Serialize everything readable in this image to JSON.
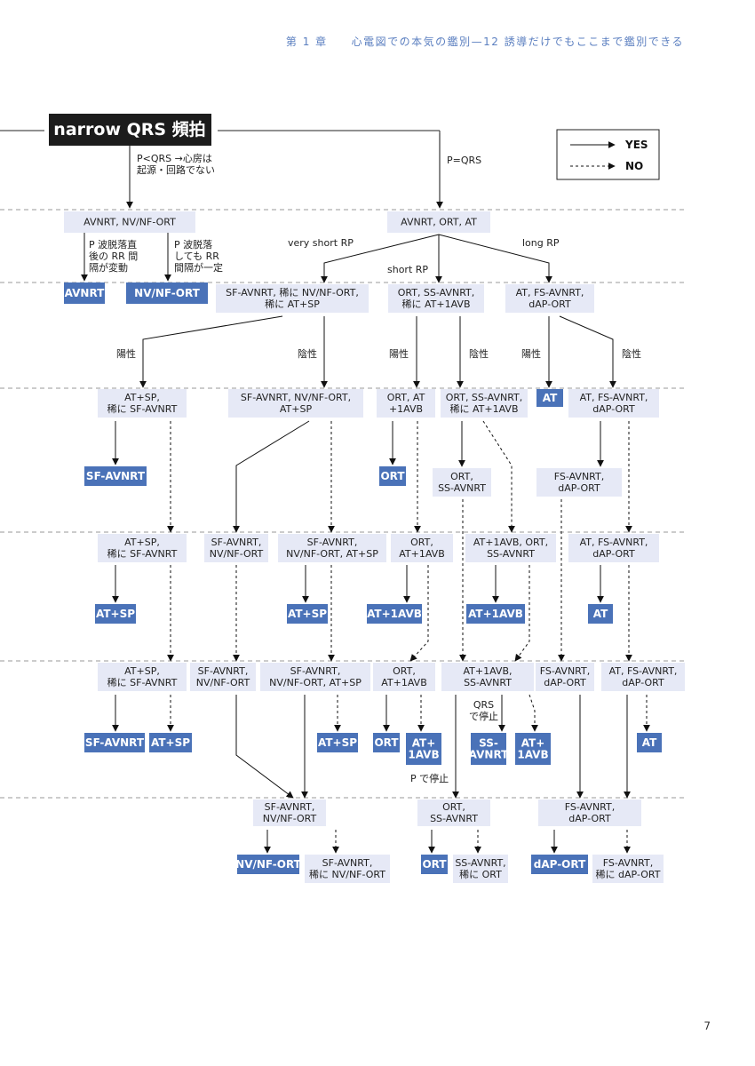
{
  "header": "第 1 章　　心電図での本気の鑑別—12 誘導だけでもここまで鑑別できる",
  "page_number": "7",
  "title": "narrow QRS 頻拍",
  "legend": {
    "yes": "YES",
    "no": "NO"
  },
  "colors": {
    "accent": "#4a72b8",
    "light_box": "#e6e9f6",
    "title_bg": "#1c1c1c",
    "dash_line": "#9a9a9a",
    "header": "#5b7fc0"
  },
  "labels": {
    "p_lt_qrs": [
      "P<QRS →心房は",
      "起源・回路でない"
    ],
    "p_eq_qrs": "P=QRS",
    "very_short_rp": "very short RP",
    "short_rp": "short RP",
    "long_rp": "long RP",
    "p_drop_rr_change": [
      "P 波脱落直",
      "後の RR 間",
      "隔が変動"
    ],
    "p_drop_rr_const": [
      "P 波脱落",
      "しても RR",
      "間隔が一定"
    ],
    "positive": "陽性",
    "negative": "陰性",
    "qrs_stop": [
      "QRS",
      "で停止"
    ],
    "p_stop": "P で停止"
  },
  "nodes": {
    "n1": [
      "AVNRT, NV/NF-ORT"
    ],
    "n2": [
      "AVNRT, ORT, AT"
    ],
    "avnrt": [
      "AVNRT"
    ],
    "nvnf": [
      "NV/NF-ORT"
    ],
    "sf1": [
      "SF-AVNRT, 稀に NV/NF-ORT,",
      "稀に AT+SP"
    ],
    "ort1": [
      "ORT, SS-AVNRT,",
      "稀に AT+1AVB"
    ],
    "at1": [
      "AT, FS-AVNRT,",
      "dAP-ORT"
    ],
    "r4a": [
      "AT+SP,",
      "稀に SF-AVNRT"
    ],
    "r4b": [
      "SF-AVNRT, NV/NF-ORT,",
      "AT+SP"
    ],
    "r4c": [
      "ORT, AT",
      "+1AVB"
    ],
    "r4d": [
      "ORT, SS-AVNRT,",
      "稀に AT+1AVB"
    ],
    "r4e": [
      "AT"
    ],
    "r4f": [
      "AT, FS-AVNRT,",
      "dAP-ORT"
    ],
    "r5a": [
      "SF-AVNRT"
    ],
    "r5b": [
      "ORT"
    ],
    "r5c": [
      "ORT,",
      "SS-AVNRT"
    ],
    "r5d": [
      "FS-AVNRT,",
      "dAP-ORT"
    ],
    "r6a": [
      "AT+SP,",
      "稀に SF-AVNRT"
    ],
    "r6b": [
      "SF-AVNRT,",
      "NV/NF-ORT"
    ],
    "r6c": [
      "SF-AVNRT,",
      "NV/NF-ORT, AT+SP"
    ],
    "r6d": [
      "ORT,",
      "AT+1AVB"
    ],
    "r6e": [
      "AT+1AVB, ORT,",
      "SS-AVNRT"
    ],
    "r6f": [
      "AT, FS-AVNRT,",
      "dAP-ORT"
    ],
    "r7a": [
      "AT+SP"
    ],
    "r7b": [
      "AT+SP"
    ],
    "r7c": [
      "AT+1AVB"
    ],
    "r7d": [
      "AT+1AVB"
    ],
    "r7e": [
      "AT"
    ],
    "r8a": [
      "AT+SP,",
      "稀に SF-AVNRT"
    ],
    "r8b": [
      "SF-AVNRT,",
      "NV/NF-ORT"
    ],
    "r8c": [
      "SF-AVNRT,",
      "NV/NF-ORT, AT+SP"
    ],
    "r8d": [
      "ORT,",
      "AT+1AVB"
    ],
    "r8e": [
      "AT+1AVB,",
      "SS-AVNRT"
    ],
    "r8f": [
      "FS-AVNRT,",
      "dAP-ORT"
    ],
    "r8g": [
      "AT, FS-AVNRT,",
      "dAP-ORT"
    ],
    "r9a": [
      "SF-AVNRT"
    ],
    "r9b": [
      "AT+SP"
    ],
    "r9c": [
      "AT+SP"
    ],
    "r9d": [
      "ORT"
    ],
    "r9e": [
      "AT+",
      "1AVB"
    ],
    "r9f": [
      "SS-",
      "AVNRT"
    ],
    "r9g": [
      "AT+",
      "1AVB"
    ],
    "r9h": [
      "AT"
    ],
    "r10a": [
      "SF-AVNRT,",
      "NV/NF-ORT"
    ],
    "r10b": [
      "ORT,",
      "SS-AVNRT"
    ],
    "r10c": [
      "FS-AVNRT,",
      "dAP-ORT"
    ],
    "r11a": [
      "NV/NF-ORT"
    ],
    "r11b": [
      "SF-AVNRT,",
      "稀に NV/NF-ORT"
    ],
    "r11c": [
      "ORT"
    ],
    "r11d": [
      "SS-AVNRT,",
      "稀に ORT"
    ],
    "r11e": [
      "dAP-ORT"
    ],
    "r11f": [
      "FS-AVNRT,",
      "稀に dAP-ORT"
    ]
  }
}
